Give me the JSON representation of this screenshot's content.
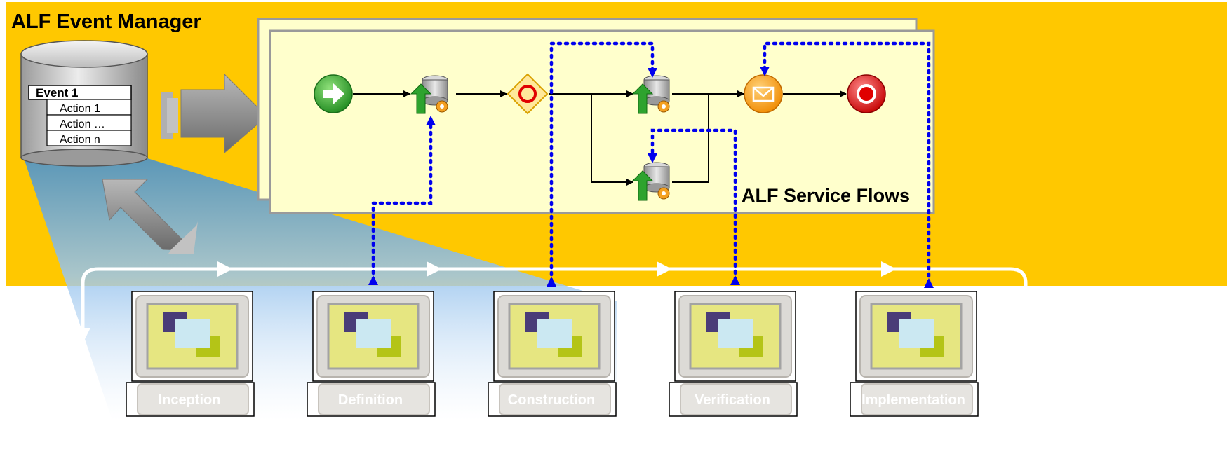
{
  "header": {
    "title": "ALF Event Manager"
  },
  "database": {
    "event": "Event 1",
    "actions": [
      "Action 1",
      "Action …",
      "Action n"
    ]
  },
  "flow": {
    "label": "ALF Service Flows",
    "nodes": [
      "start-icon",
      "service-task-icon",
      "gateway-icon",
      "service-task-icon",
      "service-task-icon",
      "message-event-icon",
      "end-event-icon"
    ]
  },
  "phases": [
    {
      "label": "Inception"
    },
    {
      "label": "Definition"
    },
    {
      "label": "Construction"
    },
    {
      "label": "Verification"
    },
    {
      "label": "Implementation"
    }
  ],
  "colors": {
    "background_band": "#FFC800",
    "flow_panel": "#FFFFCC",
    "connector": "#0000EE",
    "arrow_gray": "#8C8C8C"
  }
}
